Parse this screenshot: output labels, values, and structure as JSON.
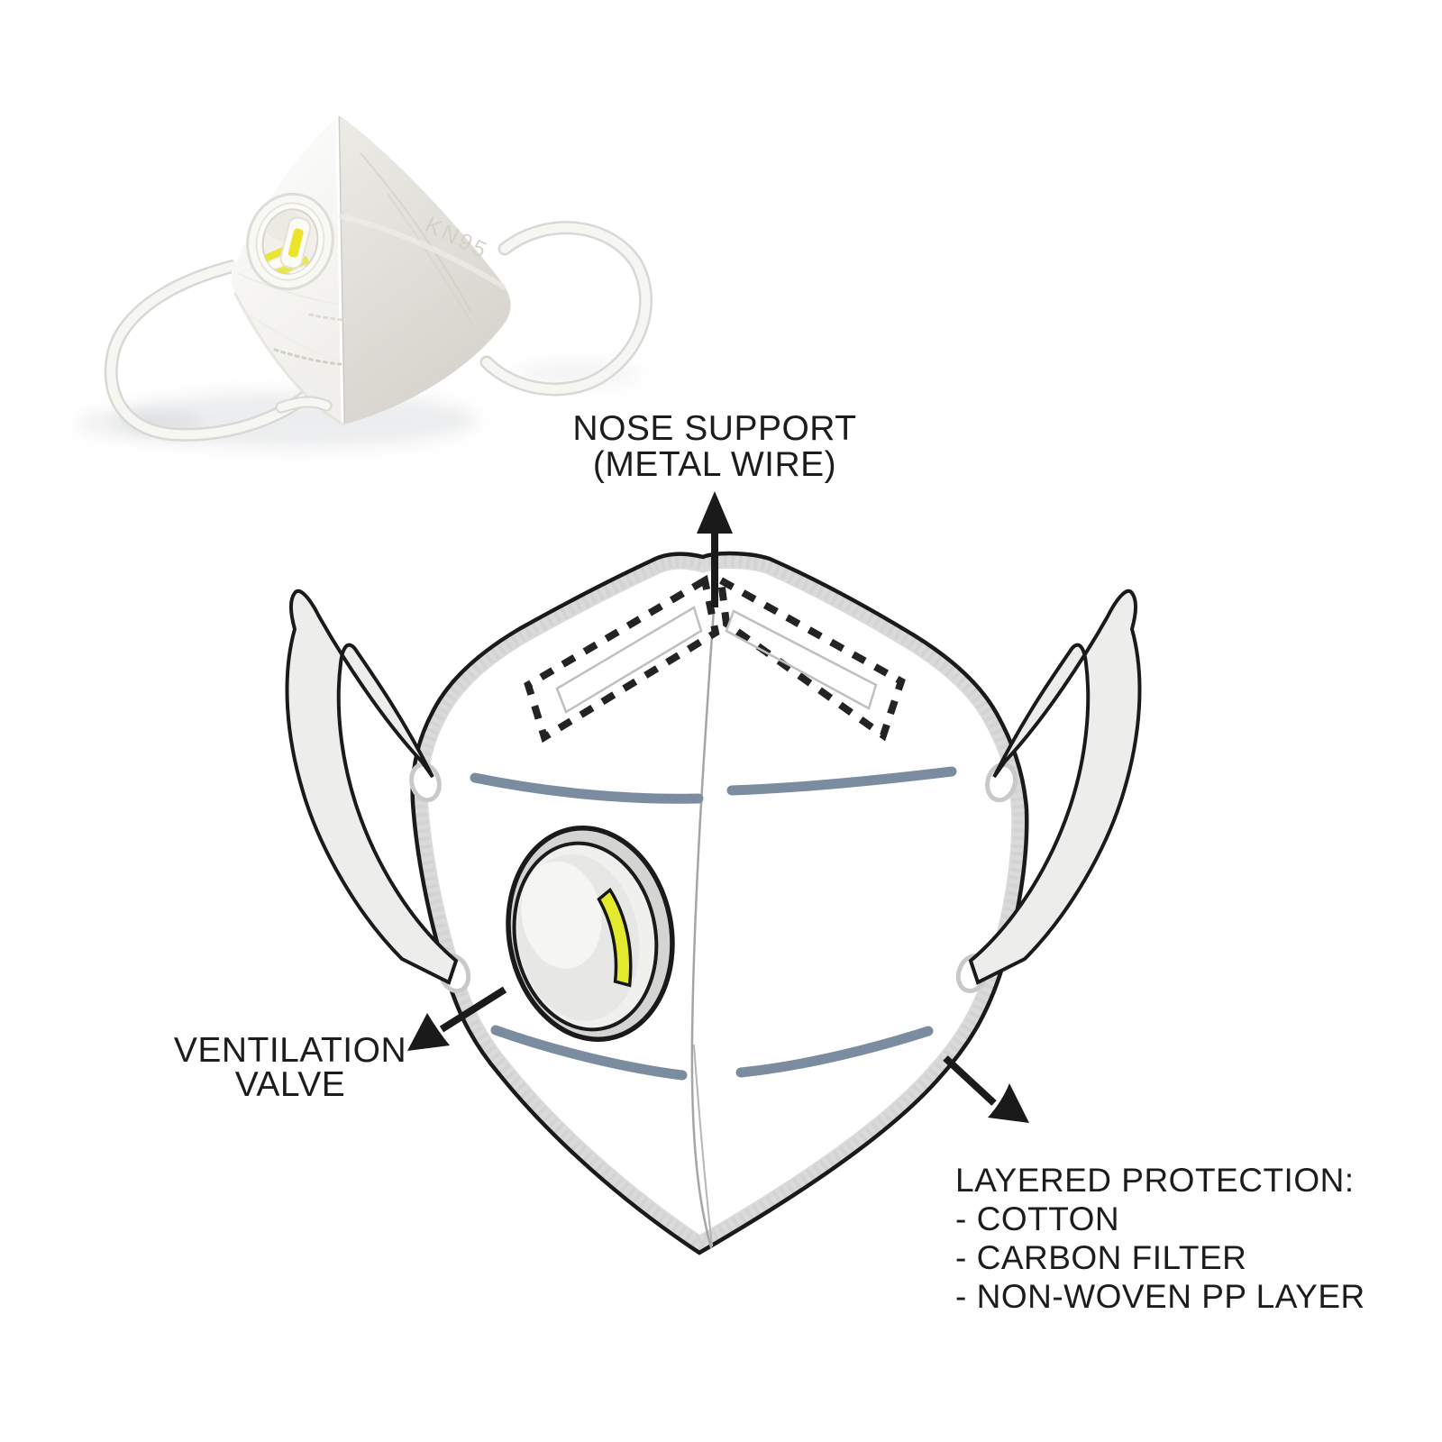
{
  "photo": {
    "print_text": "KN95"
  },
  "labels": {
    "nose_support": {
      "lines": [
        "NOSE SUPPORT",
        "(METAL WIRE)"
      ]
    },
    "ventilation_valve": {
      "lines": [
        "VENTILATION",
        "VALVE"
      ]
    },
    "layered_protection": {
      "lines": [
        "LAYERED PROTECTION:",
        "- COTTON",
        "- CARBON FILTER",
        "- NON-WOVEN PP LAYER"
      ]
    }
  },
  "colors": {
    "text": "#1c1c1c",
    "outline": "#1a1a1a",
    "fold_line": "#7b8ca1",
    "valve_yellow": "#e3e92c",
    "edge_band": "#dadada",
    "strap_fill": "#ededeb",
    "mask_fill": "#ffffff"
  }
}
